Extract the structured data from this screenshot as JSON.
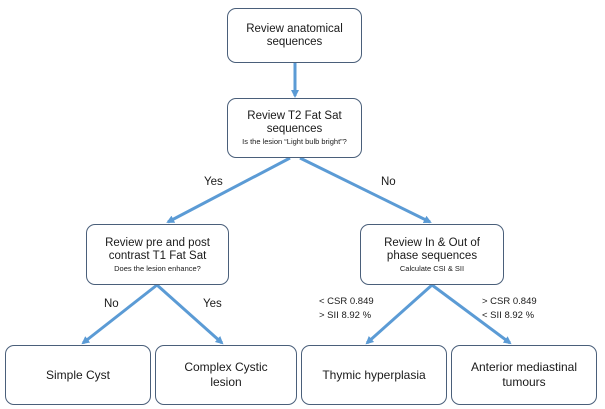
{
  "nodes": {
    "review_anatomical": {
      "main": "Review anatomical sequences",
      "sub": ""
    },
    "review_t2": {
      "main": "Review T2 Fat Sat sequences",
      "sub": "Is the lesion “Light bulb bright”?"
    },
    "review_pre_post": {
      "main": "Review pre and post contrast T1 Fat Sat",
      "sub": "Does the lesion enhance?"
    },
    "review_in_out": {
      "main": "Review In & Out of phase sequences",
      "sub": "Calculate CSI & SII"
    },
    "simple_cyst": {
      "main": "Simple Cyst"
    },
    "complex_cystic": {
      "main": "Complex Cystic lesion"
    },
    "thymic_hyperplasia": {
      "main": "Thymic hyperplasia"
    },
    "anterior_mediastinal": {
      "main": "Anterior mediastinal tumours"
    }
  },
  "labels": {
    "yes_top": "Yes",
    "no_top": "No",
    "no_left": "No",
    "yes_left": "Yes",
    "thymic_csr": "< CSR 0.849",
    "thymic_sii": "> SII 8.92 %",
    "tumour_csr": "> CSR 0.849",
    "tumour_sii": "< SII 8.92 %"
  },
  "colors": {
    "arrow": "#5b9bd5",
    "border": "#4a5f7a"
  }
}
